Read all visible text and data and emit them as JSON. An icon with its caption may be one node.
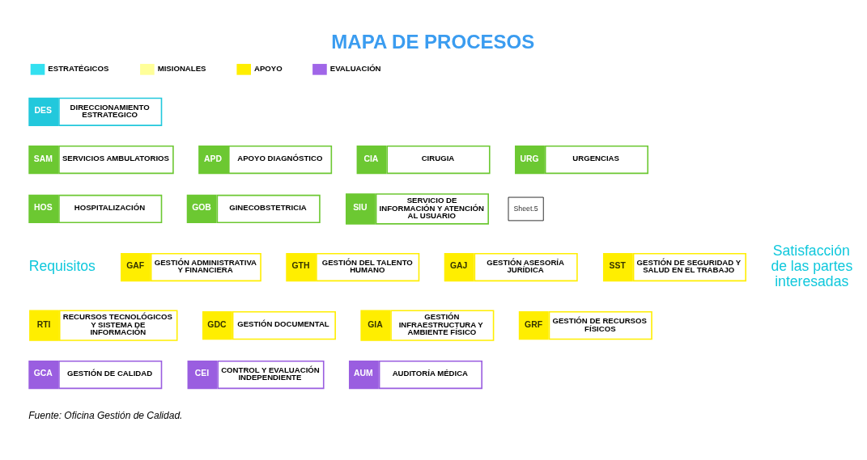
{
  "diagram": {
    "title": "MAPA DE PROCESOS",
    "caption": "Fuente: Oficina Gestión de Calidad.",
    "nodes": [
      {
        "text": [
          "DES",
          "DIRECCIONAMIENTO ESTRATEGICO"
        ]
      },
      {
        "text": [
          "SAM",
          "SERVICIOS AMBULATORIOS"
        ]
      },
      {
        "text": [
          "APD",
          "APOYO DIAGNÓSTICO"
        ]
      },
      {
        "text": [
          "CIA",
          "CIRUGIA"
        ]
      },
      {
        "text": [
          "URG",
          "URGENCIAS"
        ]
      },
      {
        "text": [
          "HOS",
          "HOSPITALIZACIÓN"
        ]
      },
      {
        "text": [
          "GOB",
          "GINECOBSTETRICIA"
        ]
      },
      {
        "text": [
          "SIU",
          "SERVICIO DE INFORMACIÓN Y ATENCIÓN AL USUARIO"
        ]
      },
      {
        "text": [
          "GAF",
          "GESTIÓN ADMINISTRATIVA Y FINANCIERA"
        ]
      },
      {
        "text": [
          "GTH",
          "GESTIÓN DEL TALENTO HUMANO"
        ]
      },
      {
        "text": [
          "GAJ",
          "GESTIÓN ASESORÍA JURÍDICA"
        ]
      },
      {
        "text": [
          "SST",
          "GESTIÓN DE SEGURIDAD Y SALUD EN EL TRABAJO"
        ]
      },
      {
        "text": [
          "RTI",
          "RECURSOS TECNOLÓGICOS Y SISTEMA DE INFORMACIÓN"
        ]
      },
      {
        "text": [
          "GDC",
          "GESTIÓN DOCUMENTAL"
        ]
      },
      {
        "text": [
          "GIA",
          "GESTIÓN INFRAESTRUCTURA Y AMBIENTE FÍSICO"
        ]
      },
      {
        "text": [
          "GRF",
          "GESTIÓN DE RECURSOS FÍSICOS"
        ]
      },
      {
        "text": [
          "GCA",
          "GESTIÓN DE CALIDAD"
        ]
      },
      {
        "text": [
          "CEI",
          "CONTROL Y EVALUACIÓN INDEPENDIENTE"
        ]
      },
      {
        "text": [
          "AUM",
          "AUDITORÍA MÉDICA"
        ]
      }
    ],
    "labels": [
      "Requisitos",
      "Satisfacción de las partes interesadas",
      "Sheet.5"
    ],
    "legend": [
      {
        "text": "ESTRATÉGICOS",
        "color": "#33e0f0"
      },
      {
        "text": "MISIONALES",
        "color": "#ffff99"
      },
      {
        "text": "APOYO",
        "color": "#ffee00"
      },
      {
        "text": "EVALUACIÓN",
        "color": "#a066e8"
      }
    ]
  }
}
